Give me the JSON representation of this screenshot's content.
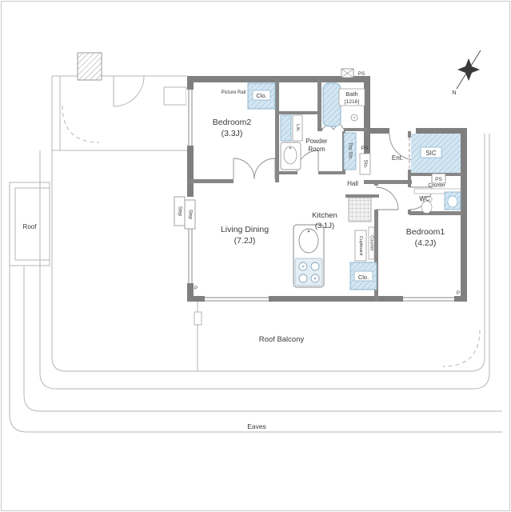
{
  "labels": {
    "picture_rail": "Picture Rail",
    "clo_bedroom2": "Clo.",
    "lin": "Lin.",
    "bedroom2_name": "Bedroom2",
    "bedroom2_size": "(3.3J)",
    "powder_line1": "Powder",
    "powder_line2": "Room",
    "bath_name": "Bath",
    "bath_size": "[1216]",
    "ps_top": "PS",
    "ps_mid": "PS",
    "ps_right": "PS",
    "top_storage": "Top Sto.",
    "storage": "Sto.",
    "entrance": "Ent.",
    "sic": "SIC",
    "counter_wc": "Counter",
    "wc": "WC",
    "hall": "Hall",
    "kitchen_name": "Kitchen",
    "kitchen_size": "(3.1J)",
    "living_name": "Living Dining",
    "living_size": "(7.2J)",
    "bedroom1_name": "Bedroom1",
    "bedroom1_size": "(4.2J)",
    "clo_bedroom1": "Clo.",
    "cupboard": "Cupboard",
    "counter_kitchen": "Counter",
    "step_1": "Step",
    "step_2": "Step",
    "roof": "Roof",
    "roof_balcony": "Roof Balcony",
    "eaves": "Eaves",
    "north": "N",
    "p_1": "P",
    "p_2": "P"
  },
  "colors": {
    "wall": "#7f7f7f",
    "inner_wall": "#868686",
    "fixture_fill": "#d3e6f2",
    "fixture_line": "#85aecb",
    "thin_line": "#b5b5b5",
    "text": "#3a3a3a"
  }
}
